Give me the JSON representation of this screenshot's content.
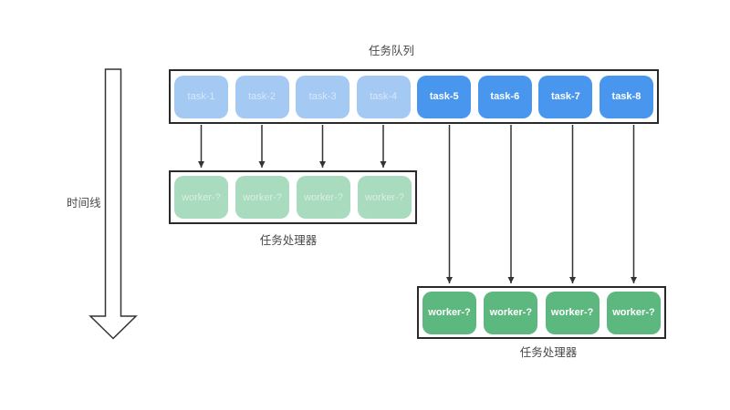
{
  "colors": {
    "task-pending-bg": "#a4c9f3",
    "task-pending-text": "#d9e7fa",
    "task-active-bg": "#4896ee",
    "task-active-text": "#ffffff",
    "worker-idle-bg": "#a9dbbe",
    "worker-idle-text": "#d8efe2",
    "worker-active-bg": "#5cb87e",
    "worker-active-text": "#ffffff",
    "outline": "#2a2a2a",
    "arrow": "#333333",
    "label-text": "#4a4a4a"
  },
  "queue": {
    "title": "任务队列",
    "tasks": [
      {
        "label": "task-1"
      },
      {
        "label": "task-2"
      },
      {
        "label": "task-3"
      },
      {
        "label": "task-4"
      },
      {
        "label": "task-5"
      },
      {
        "label": "task-6"
      },
      {
        "label": "task-7"
      },
      {
        "label": "task-8"
      }
    ]
  },
  "worker_pool_top": {
    "title": "任务处理器",
    "workers": [
      {
        "label": "worker-?"
      },
      {
        "label": "worker-?"
      },
      {
        "label": "worker-?"
      },
      {
        "label": "worker-?"
      }
    ]
  },
  "worker_pool_bottom": {
    "title": "任务处理器",
    "workers": [
      {
        "label": "worker-?"
      },
      {
        "label": "worker-?"
      },
      {
        "label": "worker-?"
      },
      {
        "label": "worker-?"
      }
    ]
  },
  "timeline": {
    "label": "时间线"
  }
}
